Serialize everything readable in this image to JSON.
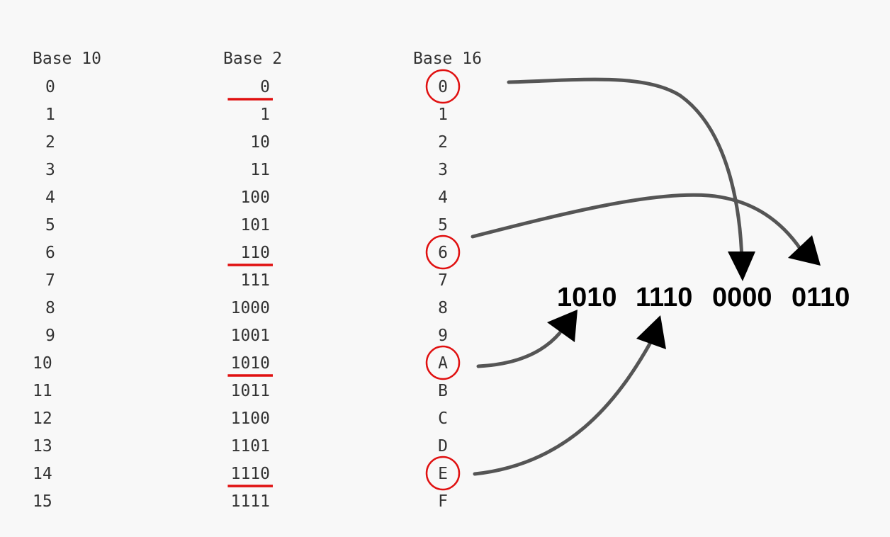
{
  "headers": {
    "base10": "Base 10",
    "base2": "Base 2",
    "base16": "Base 16"
  },
  "rows": [
    {
      "dec": "0",
      "bin": "0",
      "hex": "0"
    },
    {
      "dec": "1",
      "bin": "1",
      "hex": "1"
    },
    {
      "dec": "2",
      "bin": "10",
      "hex": "2"
    },
    {
      "dec": "3",
      "bin": "11",
      "hex": "3"
    },
    {
      "dec": "4",
      "bin": "100",
      "hex": "4"
    },
    {
      "dec": "5",
      "bin": "101",
      "hex": "5"
    },
    {
      "dec": "6",
      "bin": "110",
      "hex": "6"
    },
    {
      "dec": "7",
      "bin": "111",
      "hex": "7"
    },
    {
      "dec": "8",
      "bin": "1000",
      "hex": "8"
    },
    {
      "dec": "9",
      "bin": "1001",
      "hex": "9"
    },
    {
      "dec": "10",
      "bin": "1010",
      "hex": "A"
    },
    {
      "dec": "11",
      "bin": "1011",
      "hex": "B"
    },
    {
      "dec": "12",
      "bin": "1100",
      "hex": "C"
    },
    {
      "dec": "13",
      "bin": "1101",
      "hex": "D"
    },
    {
      "dec": "14",
      "bin": "1110",
      "hex": "E"
    },
    {
      "dec": "15",
      "bin": "1111",
      "hex": "F"
    }
  ],
  "highlighted_rows": [
    "0",
    "6",
    "10",
    "14"
  ],
  "result_groups": [
    "1010",
    "1110",
    "0000",
    "0110"
  ],
  "mapping": [
    {
      "hex": "A",
      "group": "1010"
    },
    {
      "hex": "E",
      "group": "1110"
    },
    {
      "hex": "0",
      "group": "0000"
    },
    {
      "hex": "6",
      "group": "0110"
    }
  ],
  "colors": {
    "highlight": "#e01010",
    "arrow": "#555555",
    "arrowhead": "#000000",
    "text": "#333333"
  }
}
